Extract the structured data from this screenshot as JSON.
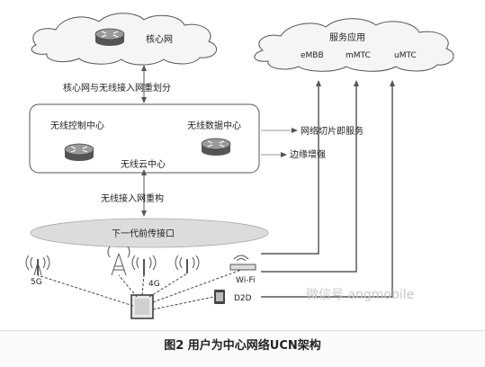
{
  "core_network": "核心网",
  "service_apps": {
    "title": "服务应用",
    "items": [
      "eMBB",
      "mMTC",
      "uMTC"
    ]
  },
  "core_wireless_split": "核心网与无线接入网重划分",
  "cloud_center": {
    "control_center": "无线控制中心",
    "data_center": "无线数据中心",
    "name": "无线云中心"
  },
  "network_slicing": "网络切片即服务",
  "edge_enhancement": "边缘增强",
  "ran_reconstruction": "无线接入网重构",
  "ngfi": "下一代前传接口",
  "access": {
    "g5": "5G",
    "g4": "4G",
    "wifi": "Wi-Fi",
    "d2d": "D2D"
  },
  "watermark": "微信号 angmobile",
  "caption": "图2  用户为中心网络UCN架构",
  "colors": {
    "line": "#555555",
    "cloud_fill": "#f5f5f5",
    "ellipse_fill": "#dddddd",
    "router_fill": "#8a8a8a"
  },
  "icons": [
    "router-icon",
    "antenna-icon",
    "tower-icon",
    "wifi-router-icon",
    "tablet-icon",
    "phone-icon"
  ]
}
